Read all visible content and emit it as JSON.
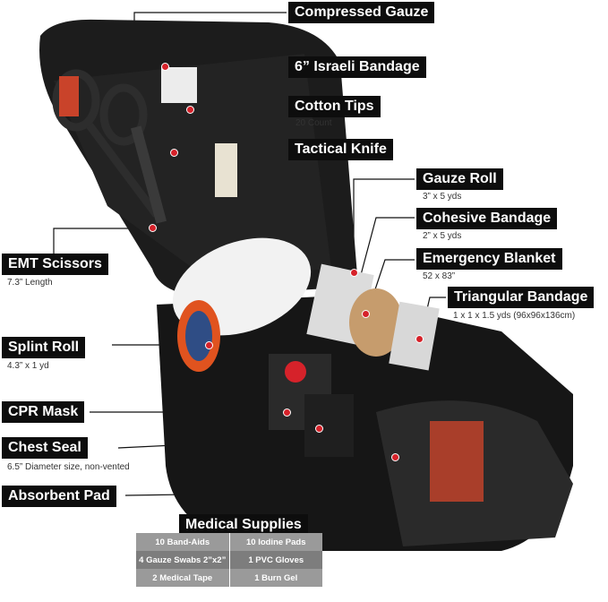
{
  "labels": {
    "compressed_gauze": "Compressed Gauze",
    "israeli_bandage": "6” Israeli Bandage",
    "cotton_tips": "Cotton Tips",
    "cotton_tips_sub": "20 Count",
    "tactical_knife": "Tactical Knife",
    "gauze_roll": "Gauze Roll",
    "gauze_roll_sub": "3” x 5 yds",
    "cohesive_bandage": "Cohesive Bandage",
    "cohesive_bandage_sub": "2” x 5 yds",
    "emergency_blanket": "Emergency Blanket",
    "emergency_blanket_sub": "52 x 83”",
    "triangular_bandage": "Triangular Bandage",
    "triangular_bandage_sub": "1 x 1 x 1.5 yds (96x96x136cm)",
    "emt_scissors": "EMT Scissors",
    "emt_scissors_sub": "7.3” Length",
    "splint_roll": "Splint Roll",
    "splint_roll_sub": "4.3” x 1 yd",
    "cpr_mask": "CPR Mask",
    "chest_seal": "Chest Seal",
    "chest_seal_sub": "6.5” Diameter size, non-vented",
    "absorbent_pad": "Absorbent Pad",
    "medical_supplies": "Medical Supplies"
  },
  "supplies": [
    {
      "left": "10  Band-Aids",
      "right": "10  Iodine Pads"
    },
    {
      "left": "4  Gauze Swabs 2”x2”",
      "right": "1  PVC Gloves"
    },
    {
      "left": "2  Medical Tape",
      "right": "1  Burn Gel"
    }
  ],
  "colors": {
    "label_bg": "#0d0d0d",
    "label_text": "#ffffff",
    "marker": "#d6222a",
    "pouch": "#1a1a1a",
    "splint_orange": "#e0531f"
  }
}
